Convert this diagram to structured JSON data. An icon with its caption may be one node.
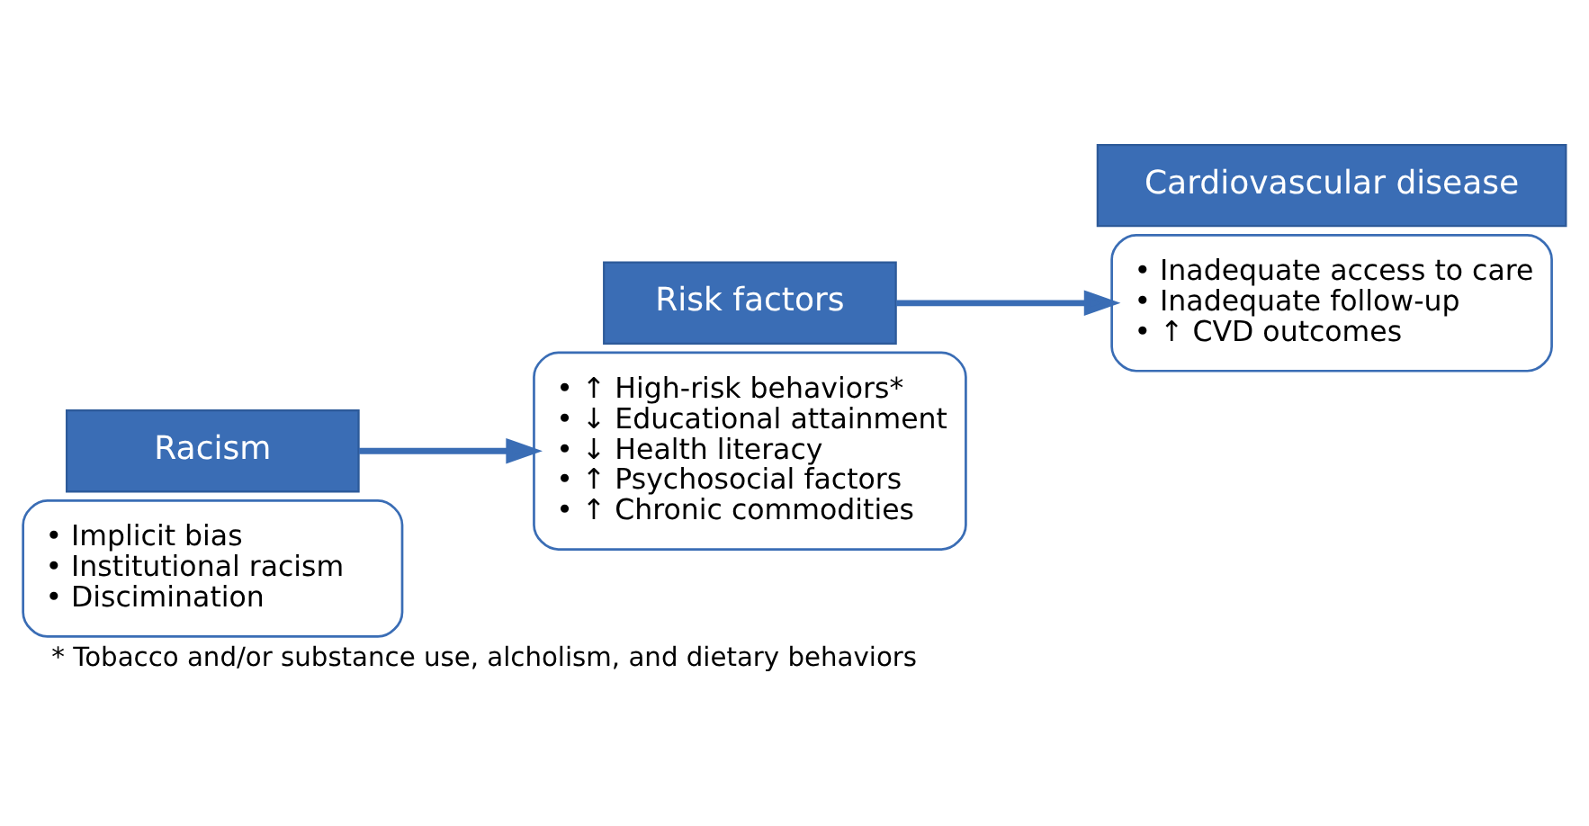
{
  "diagram": {
    "caption": "* Tobacco and/or substance use, alcholism, and dietary behaviors",
    "nodes": [
      {
        "text": [
          "• Implicit bias",
          "• Institutional racism",
          "• Discimination"
        ]
      },
      {
        "text": [
          "Racism"
        ]
      },
      {
        "text": [
          "Risk factors"
        ]
      },
      {
        "text": [
          "• ↑ High-risk behaviors*",
          "• ↓ Educational attainment",
          "• ↓ Health literacy",
          "• ↑ Psychosocial factors",
          "• ↑ Chronic commodities"
        ]
      },
      {
        "text": [
          "• Inadequate access to care",
          "• Inadequate follow-up",
          "• ↑ CVD outcomes"
        ]
      },
      {
        "text": [
          "Cardiovascular disease"
        ]
      }
    ],
    "edges": [
      {
        "from": 1,
        "to": 3,
        "arrow": "to"
      },
      {
        "from": 2,
        "to": 4,
        "arrow": "to"
      }
    ]
  }
}
